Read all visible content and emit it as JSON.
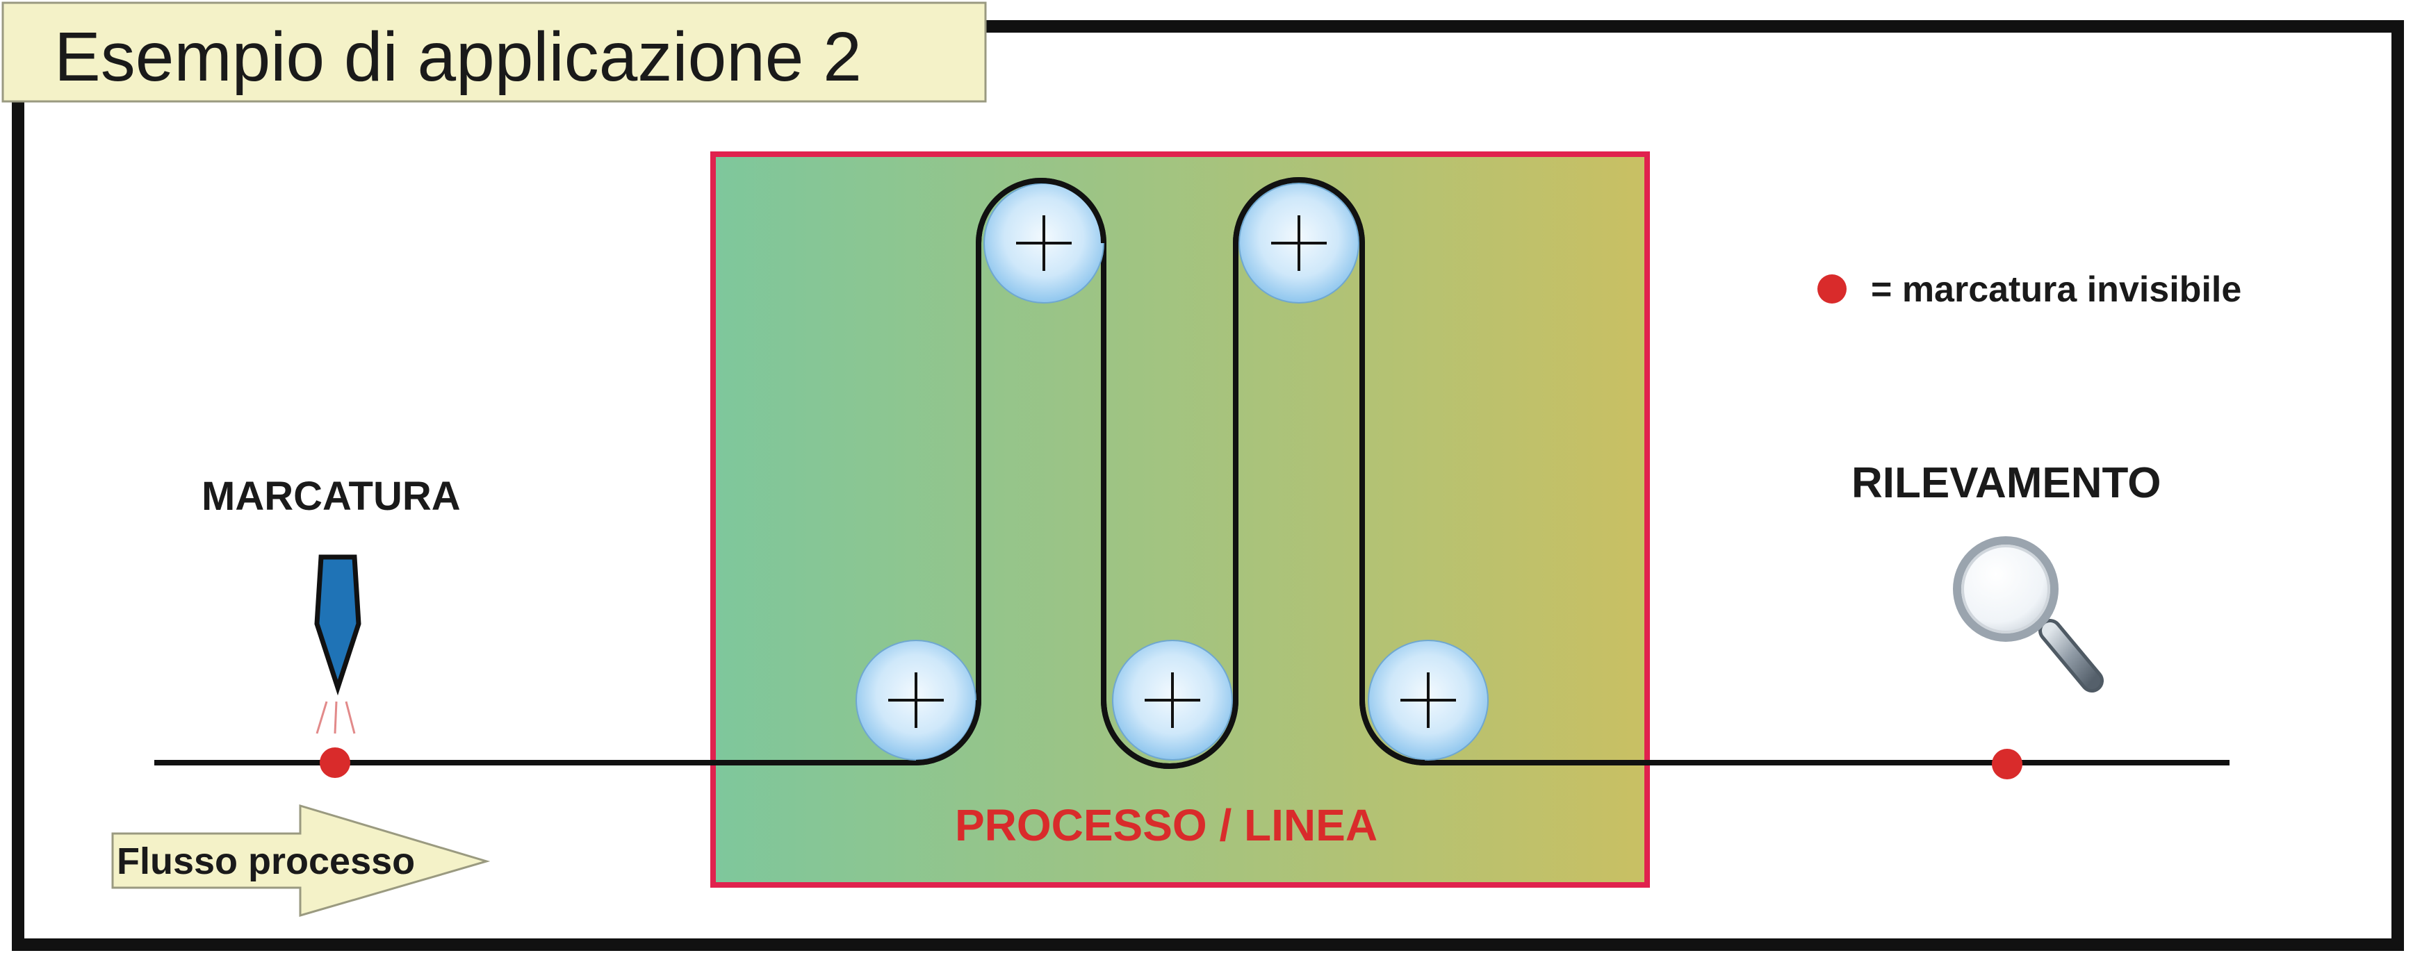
{
  "title": "Esempio di applicazione 2",
  "legend": {
    "text": "= marcatura invisibile"
  },
  "marking_label": "MARCATURA",
  "detection_label": "RILEVAMENTO",
  "process_label": "PROCESSO / LINEA",
  "flow_label": "Flusso processo",
  "colors": {
    "border": "#111111",
    "title_bg": "#f4f2c8",
    "process_frame": "#e0224e",
    "process_gradient_start": "#7ec79c",
    "process_gradient_end": "#c9c063",
    "marker": "#d92b2b",
    "nozzle": "#1f73b6",
    "roller_center": "#e6f4fd",
    "roller_edge": "#93c9f0",
    "arrow_fill": "#f4f2c8"
  },
  "icons": {
    "nozzle": "marking-nozzle-icon",
    "magnifier": "magnifying-glass-icon",
    "roller": "roller-icon",
    "marker": "red-dot-marker"
  }
}
